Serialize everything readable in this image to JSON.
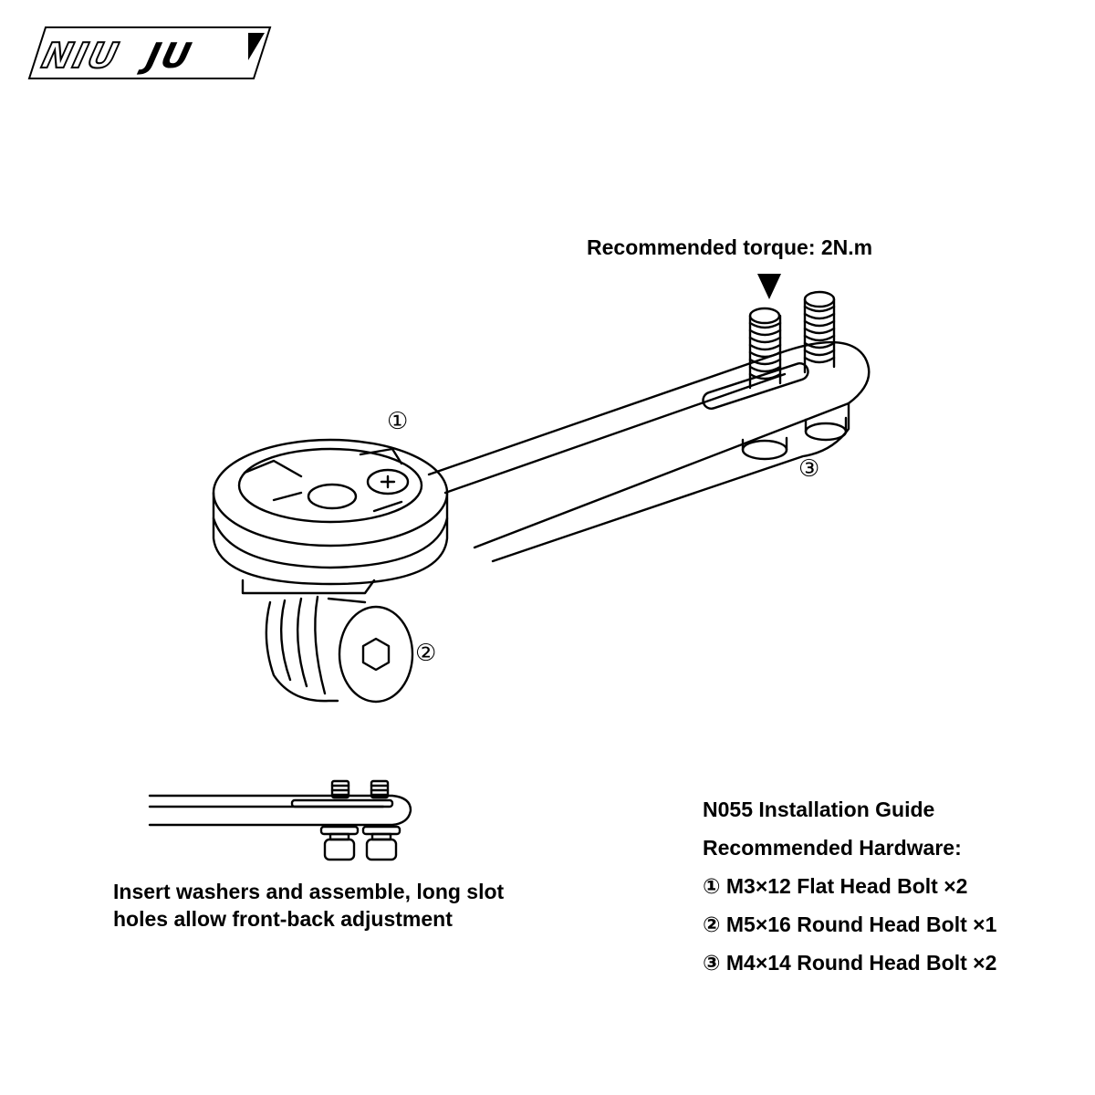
{
  "brand": {
    "logo_text": "NIU JU",
    "logo_icon": "triangle-mark-icon"
  },
  "torque": {
    "label": "Recommended torque: 2N.m",
    "arrow_icon": "down-triangle-icon"
  },
  "callouts": {
    "one": "①",
    "two": "②",
    "three": "③"
  },
  "guide": {
    "title": "N055 Installation Guide",
    "hardware_heading": "Recommended Hardware:",
    "items": [
      "① M3×12 Flat Head Bolt ×2",
      "② M5×16 Round Head Bolt ×1",
      "③ M4×14 Round Head Bolt ×2"
    ]
  },
  "note": {
    "line1": "Insert washers and assemble, long slot",
    "line2": "holes allow front-back adjustment"
  },
  "colors": {
    "ink": "#000000",
    "paper": "#ffffff",
    "shade": "#d9d9d9"
  }
}
